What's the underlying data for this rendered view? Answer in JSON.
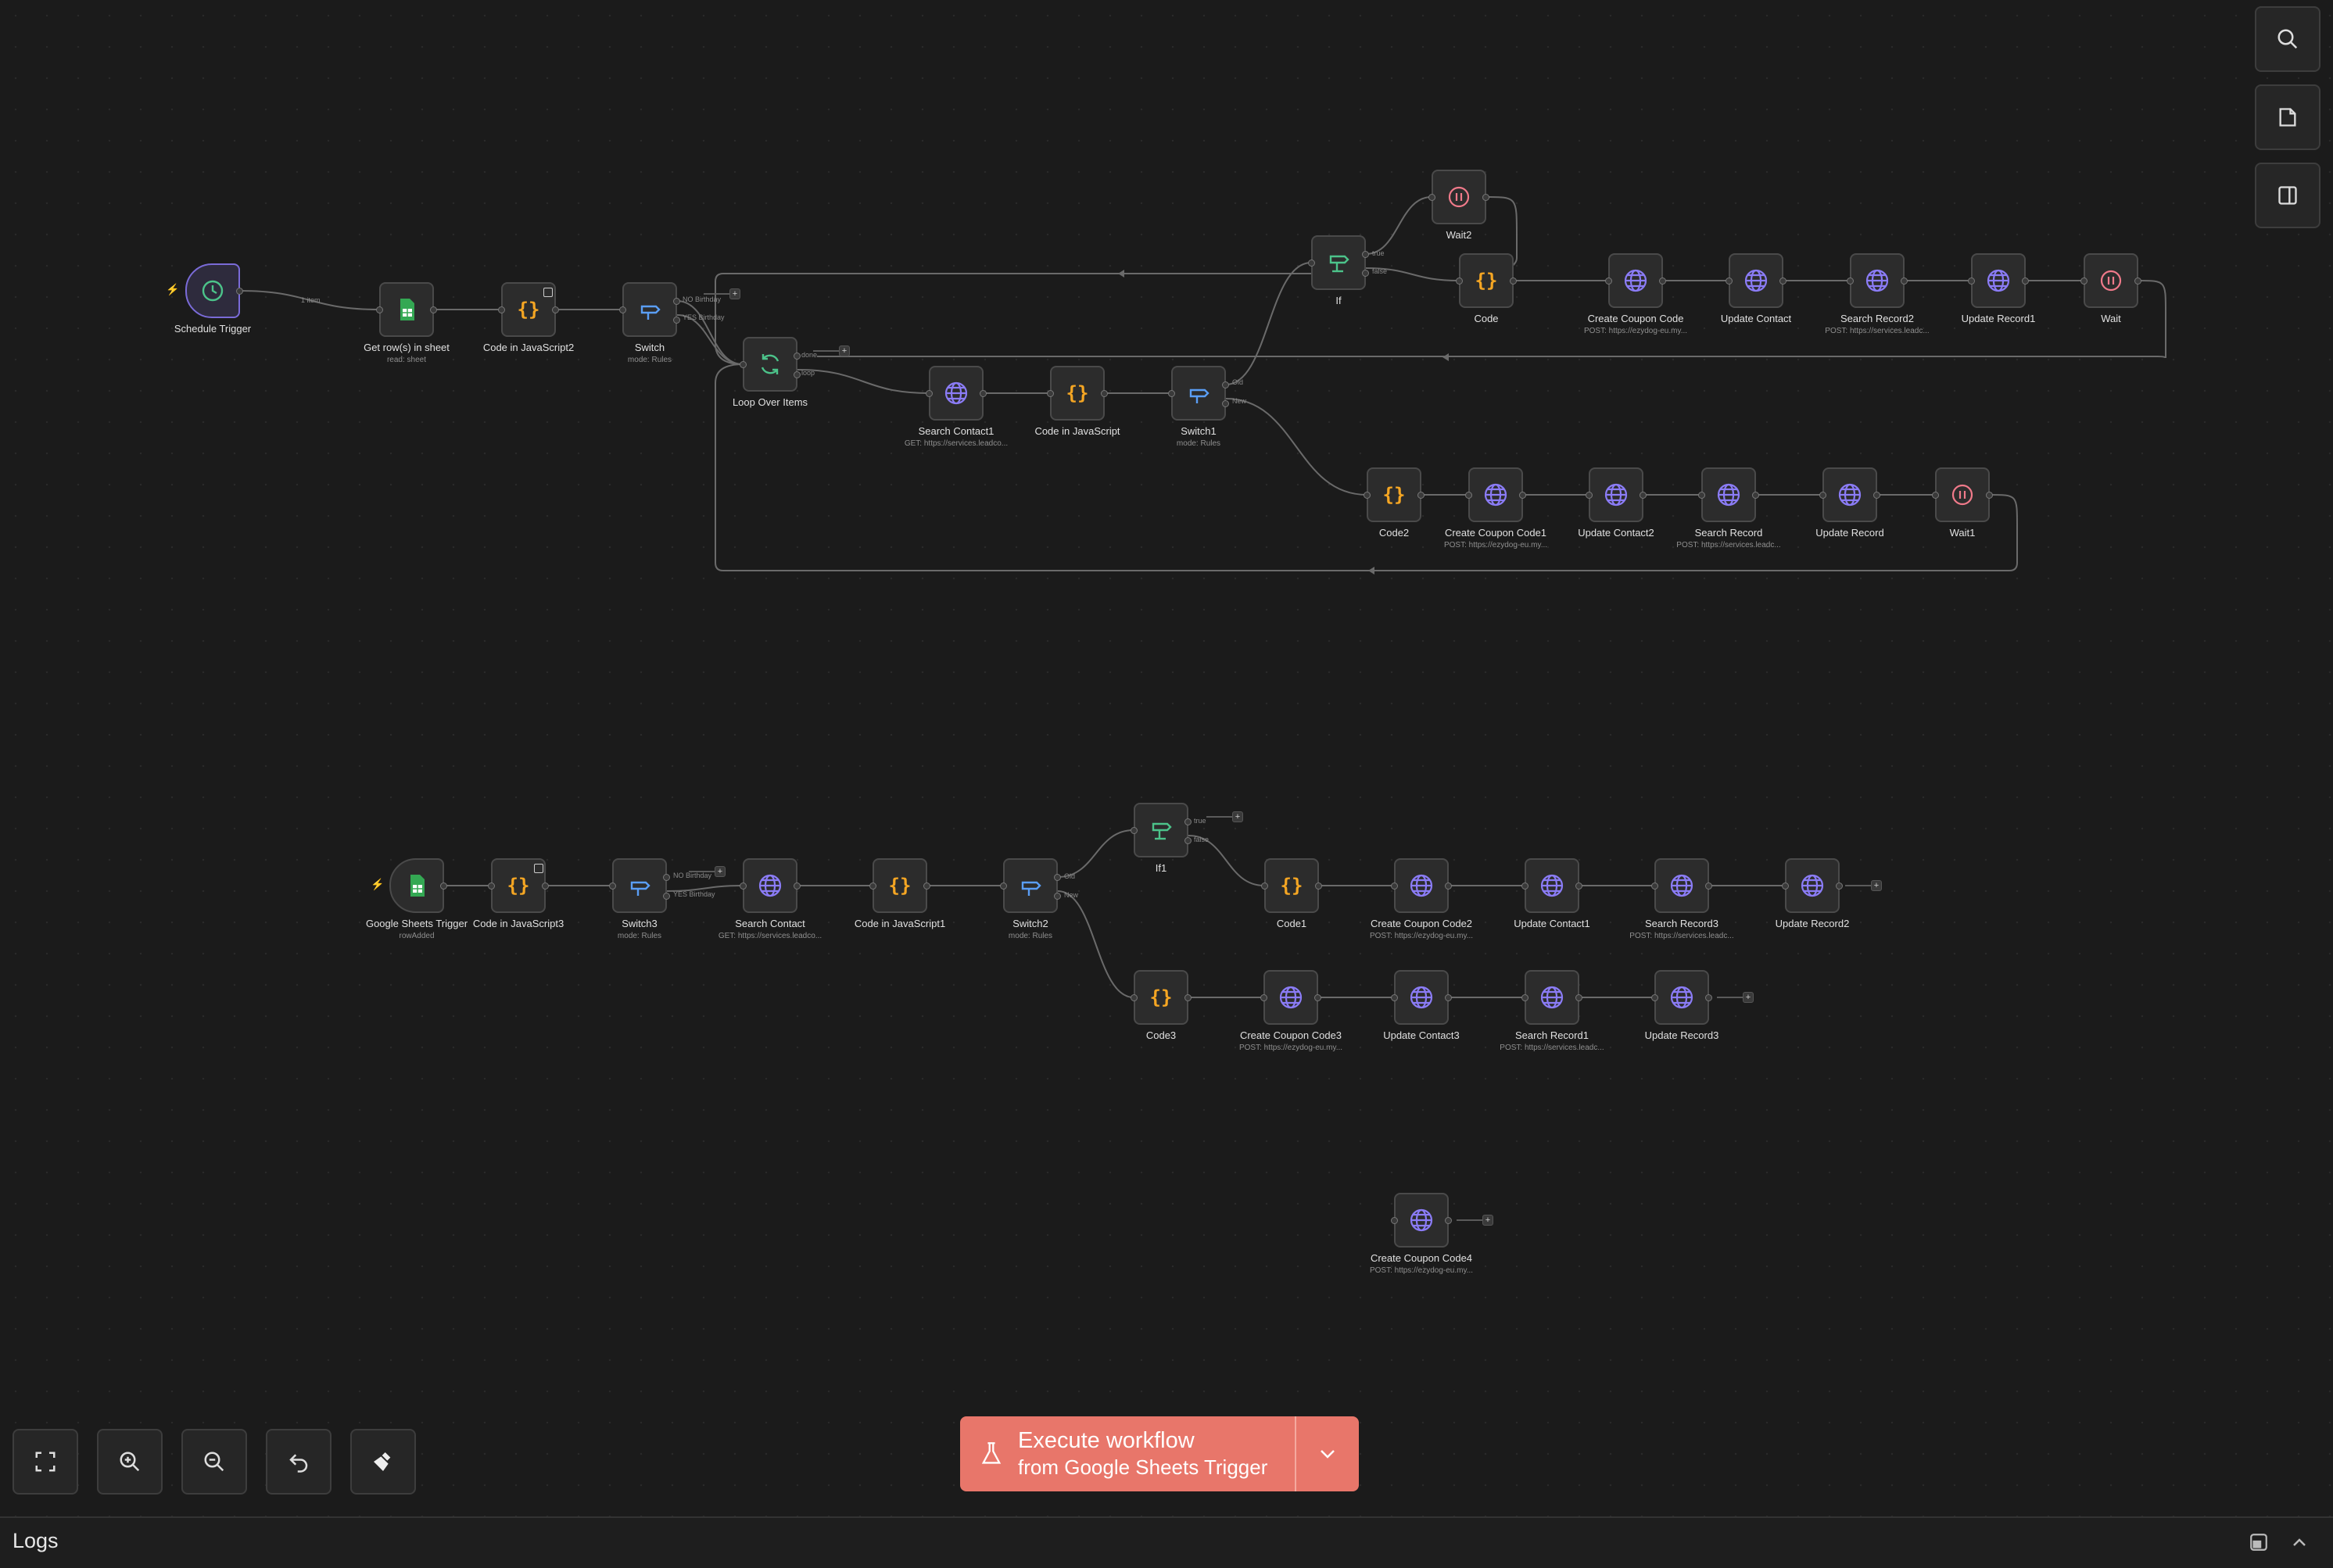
{
  "workflow": {
    "nodes": {
      "schedule_trigger": {
        "label": "Schedule Trigger",
        "sub": ""
      },
      "get_rows": {
        "label": "Get row(s) in sheet",
        "sub": "read: sheet"
      },
      "code_js2": {
        "label": "Code in JavaScript2",
        "sub": ""
      },
      "switch": {
        "label": "Switch",
        "sub": "mode: Rules"
      },
      "loop": {
        "label": "Loop Over Items",
        "sub": ""
      },
      "search_contact1": {
        "label": "Search Contact1",
        "sub": "GET: https://services.leadco..."
      },
      "code_js": {
        "label": "Code in JavaScript",
        "sub": ""
      },
      "switch1": {
        "label": "Switch1",
        "sub": "mode: Rules"
      },
      "if": {
        "label": "If",
        "sub": ""
      },
      "wait2": {
        "label": "Wait2",
        "sub": ""
      },
      "code": {
        "label": "Code",
        "sub": ""
      },
      "create_coupon": {
        "label": "Create Coupon Code",
        "sub": "POST: https://ezydog-eu.my..."
      },
      "update_contact": {
        "label": "Update Contact",
        "sub": ""
      },
      "search_record2": {
        "label": "Search Record2",
        "sub": "POST: https://services.leadc..."
      },
      "update_record1": {
        "label": "Update Record1",
        "sub": ""
      },
      "wait": {
        "label": "Wait",
        "sub": ""
      },
      "code2": {
        "label": "Code2",
        "sub": ""
      },
      "create_coupon1": {
        "label": "Create Coupon Code1",
        "sub": "POST: https://ezydog-eu.my..."
      },
      "update_contact2": {
        "label": "Update Contact2",
        "sub": ""
      },
      "search_record": {
        "label": "Search Record",
        "sub": "POST: https://services.leadc..."
      },
      "update_record": {
        "label": "Update Record",
        "sub": ""
      },
      "wait1": {
        "label": "Wait1",
        "sub": ""
      },
      "gs_trigger": {
        "label": "Google Sheets Trigger",
        "sub": "rowAdded"
      },
      "code_js3": {
        "label": "Code in JavaScript3",
        "sub": ""
      },
      "switch3": {
        "label": "Switch3",
        "sub": "mode: Rules"
      },
      "search_contact": {
        "label": "Search Contact",
        "sub": "GET: https://services.leadco..."
      },
      "code_js1": {
        "label": "Code in JavaScript1",
        "sub": ""
      },
      "switch2": {
        "label": "Switch2",
        "sub": "mode: Rules"
      },
      "if1": {
        "label": "If1",
        "sub": ""
      },
      "code1": {
        "label": "Code1",
        "sub": ""
      },
      "create_coupon2": {
        "label": "Create Coupon Code2",
        "sub": "POST: https://ezydog-eu.my..."
      },
      "update_contact1": {
        "label": "Update Contact1",
        "sub": ""
      },
      "search_record3": {
        "label": "Search Record3",
        "sub": "POST: https://services.leadc..."
      },
      "update_record2": {
        "label": "Update Record2",
        "sub": ""
      },
      "code3": {
        "label": "Code3",
        "sub": ""
      },
      "create_coupon3": {
        "label": "Create Coupon Code3",
        "sub": "POST: https://ezydog-eu.my..."
      },
      "update_contact3": {
        "label": "Update Contact3",
        "sub": ""
      },
      "search_record1": {
        "label": "Search Record1",
        "sub": "POST: https://services.leadc..."
      },
      "update_record3": {
        "label": "Update Record3",
        "sub": ""
      },
      "create_coupon4": {
        "label": "Create Coupon Code4",
        "sub": "POST: https://ezydog-eu.my..."
      }
    },
    "edge_labels": {
      "one_item": "1 item",
      "no_birthday": "NO Birthday",
      "yes_birthday": "YES Birthday",
      "done": "done",
      "loop": "loop",
      "old": "Old",
      "new": "New",
      "true": "true",
      "false": "false"
    }
  },
  "execute": {
    "title": "Execute workflow",
    "subtitle": "from Google Sheets Trigger"
  },
  "logs": {
    "title": "Logs"
  },
  "colors": {
    "accent": "#e8766a",
    "code_icon": "#f5a623",
    "http_icon": "#8b7cf6",
    "switch_icon": "#5a9ef5",
    "if_icon": "#4cc38a",
    "wait_icon": "#f07a8a",
    "sheets_icon": "#34a853"
  }
}
